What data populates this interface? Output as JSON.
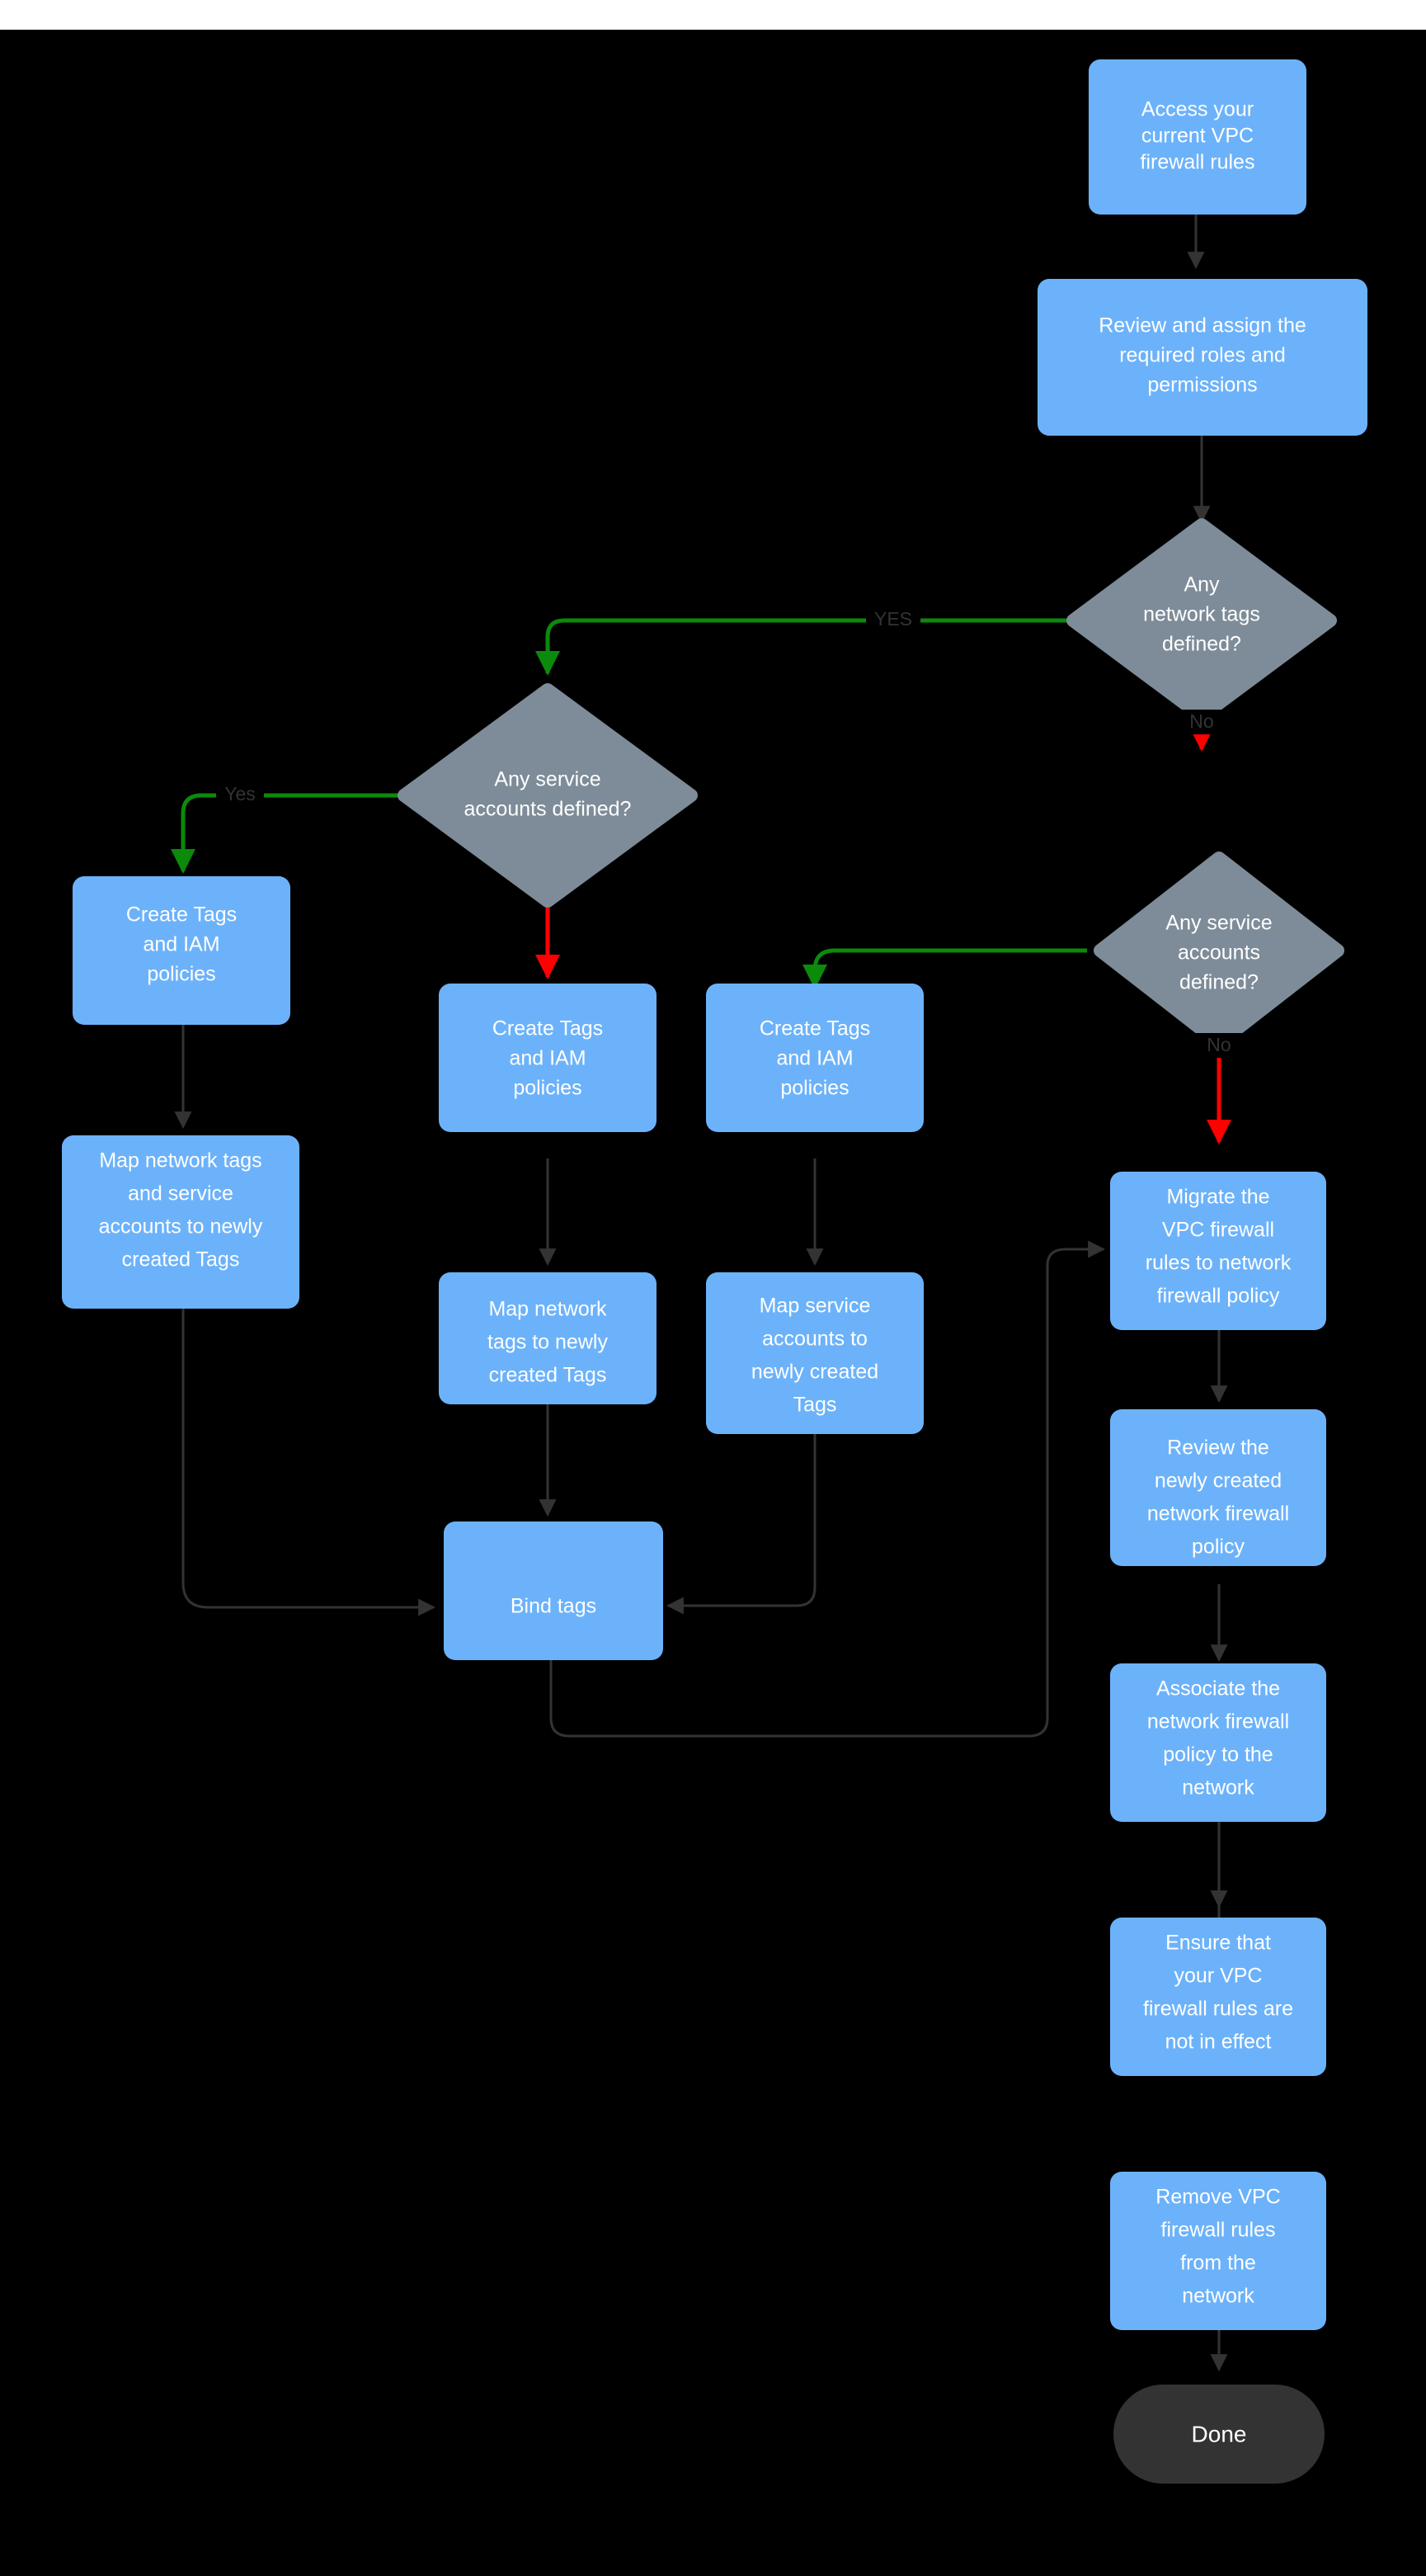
{
  "chart_data": {
    "type": "diagram",
    "title": "VPC firewall rules to network firewall policy migration flowchart",
    "background": "#000000",
    "colors": {
      "process_fill": "#6cb2fa",
      "decision_fill": "#7e8c99",
      "terminator_fill": "#333333",
      "edge_default": "#333333",
      "edge_yes": "#0b8a0b",
      "edge_no": "#ff0000",
      "node_text": "#ffffff",
      "edge_label_text": "#333333"
    },
    "nodes": [
      {
        "id": "n1",
        "shape": "process",
        "label": "Access your current VPC firewall rules"
      },
      {
        "id": "n2",
        "shape": "process",
        "label": "Review and assign the required roles and permissions"
      },
      {
        "id": "d1",
        "shape": "decision",
        "label": "Any network tags defined?"
      },
      {
        "id": "d2",
        "shape": "decision",
        "label": "Any service accounts defined?"
      },
      {
        "id": "d3",
        "shape": "decision",
        "label": "Any service accounts defined?"
      },
      {
        "id": "n3",
        "shape": "process",
        "label": "Create Tags and IAM policies"
      },
      {
        "id": "n4",
        "shape": "process",
        "label": "Map network tags and service accounts to newly created Tags"
      },
      {
        "id": "n5",
        "shape": "process",
        "label": "Create Tags and IAM policies"
      },
      {
        "id": "n6",
        "shape": "process",
        "label": "Map network tags to newly created Tags"
      },
      {
        "id": "n7",
        "shape": "process",
        "label": "Create Tags and IAM policies"
      },
      {
        "id": "n8",
        "shape": "process",
        "label": "Map service accounts  to newly created Tags"
      },
      {
        "id": "n9",
        "shape": "process",
        "label": "Bind tags"
      },
      {
        "id": "n10",
        "shape": "process",
        "label": "Migrate the VPC firewall rules to network firewall policy"
      },
      {
        "id": "n11",
        "shape": "process",
        "label": "Review the newly created network firewall policy"
      },
      {
        "id": "n12",
        "shape": "process",
        "label": "Associate the network firewall policy to the network"
      },
      {
        "id": "n13",
        "shape": "process",
        "label": "Ensure that your VPC firewall rules are not in effect"
      },
      {
        "id": "n14",
        "shape": "process",
        "label": "Remove  VPC firewall rules from the network"
      },
      {
        "id": "n15",
        "shape": "terminator",
        "label": "Done"
      }
    ],
    "edges": [
      {
        "from": "n1",
        "to": "n2",
        "label": "",
        "color": "default"
      },
      {
        "from": "n2",
        "to": "d1",
        "label": "",
        "color": "default"
      },
      {
        "from": "d1",
        "to": "d2",
        "label": "YES",
        "color": "yes"
      },
      {
        "from": "d1",
        "to": "d3",
        "label": "No",
        "color": "no"
      },
      {
        "from": "d2",
        "to": "n3",
        "label": "Yes",
        "color": "yes"
      },
      {
        "from": "d2",
        "to": "n5",
        "label": "",
        "color": "no"
      },
      {
        "from": "d3",
        "to": "n7",
        "label": "",
        "color": "yes"
      },
      {
        "from": "d3",
        "to": "n10",
        "label": "No",
        "color": "no"
      },
      {
        "from": "n3",
        "to": "n4",
        "label": "",
        "color": "default"
      },
      {
        "from": "n4",
        "to": "n9",
        "label": "",
        "color": "default"
      },
      {
        "from": "n5",
        "to": "n6",
        "label": "",
        "color": "default"
      },
      {
        "from": "n6",
        "to": "n9",
        "label": "",
        "color": "default"
      },
      {
        "from": "n7",
        "to": "n8",
        "label": "",
        "color": "default"
      },
      {
        "from": "n8",
        "to": "n9",
        "label": "",
        "color": "default"
      },
      {
        "from": "n9",
        "to": "n10",
        "label": "",
        "color": "default"
      },
      {
        "from": "n10",
        "to": "n11",
        "label": "",
        "color": "default"
      },
      {
        "from": "n11",
        "to": "n12",
        "label": "",
        "color": "default"
      },
      {
        "from": "n12",
        "to": "n13",
        "label": "",
        "color": "default"
      },
      {
        "from": "n13",
        "to": "n14",
        "label": "",
        "color": "default"
      },
      {
        "from": "n14",
        "to": "n15",
        "label": "",
        "color": "default"
      }
    ]
  },
  "nodes": {
    "n1": {
      "lines": [
        "Access your",
        "current VPC",
        "firewall rules"
      ]
    },
    "n2": {
      "lines": [
        "Review and assign the",
        "required roles and",
        "permissions"
      ]
    },
    "d1": {
      "lines": [
        "Any",
        "network tags",
        "defined?"
      ]
    },
    "d2": {
      "lines": [
        "Any service",
        "accounts defined?"
      ]
    },
    "d3": {
      "lines": [
        "Any service",
        "accounts",
        "defined?"
      ]
    },
    "n3": {
      "lines": [
        "Create Tags",
        "and IAM",
        "policies"
      ]
    },
    "n4": {
      "lines": [
        "Map network tags",
        "and service",
        "accounts to newly",
        "created Tags"
      ]
    },
    "n5": {
      "lines": [
        "Create Tags",
        "and IAM",
        "policies"
      ]
    },
    "n6": {
      "lines": [
        "Map network",
        "tags to newly",
        "created Tags"
      ]
    },
    "n7": {
      "lines": [
        "Create Tags",
        "and IAM",
        "policies"
      ]
    },
    "n8": {
      "lines": [
        "Map service",
        "accounts  to",
        "newly created",
        "Tags"
      ]
    },
    "n9": {
      "lines": [
        "Bind tags"
      ]
    },
    "n10": {
      "lines": [
        "Migrate the",
        "VPC firewall",
        "rules to network",
        "firewall policy"
      ]
    },
    "n11": {
      "lines": [
        "Review the",
        "newly created",
        "network firewall",
        "policy"
      ]
    },
    "n12": {
      "lines": [
        "Associate the",
        "network firewall",
        "policy to the",
        "network"
      ]
    },
    "n13": {
      "lines": [
        "Ensure that",
        "your VPC",
        "firewall rules are",
        "not in effect"
      ]
    },
    "n14": {
      "lines": [
        "Remove  VPC",
        "firewall rules",
        "from the",
        "network"
      ]
    },
    "n15": {
      "lines": [
        "Done"
      ]
    }
  },
  "edge_labels": {
    "d1_yes": "YES",
    "d1_no": "No",
    "d2_yes": "Yes",
    "d3_no": "No"
  }
}
